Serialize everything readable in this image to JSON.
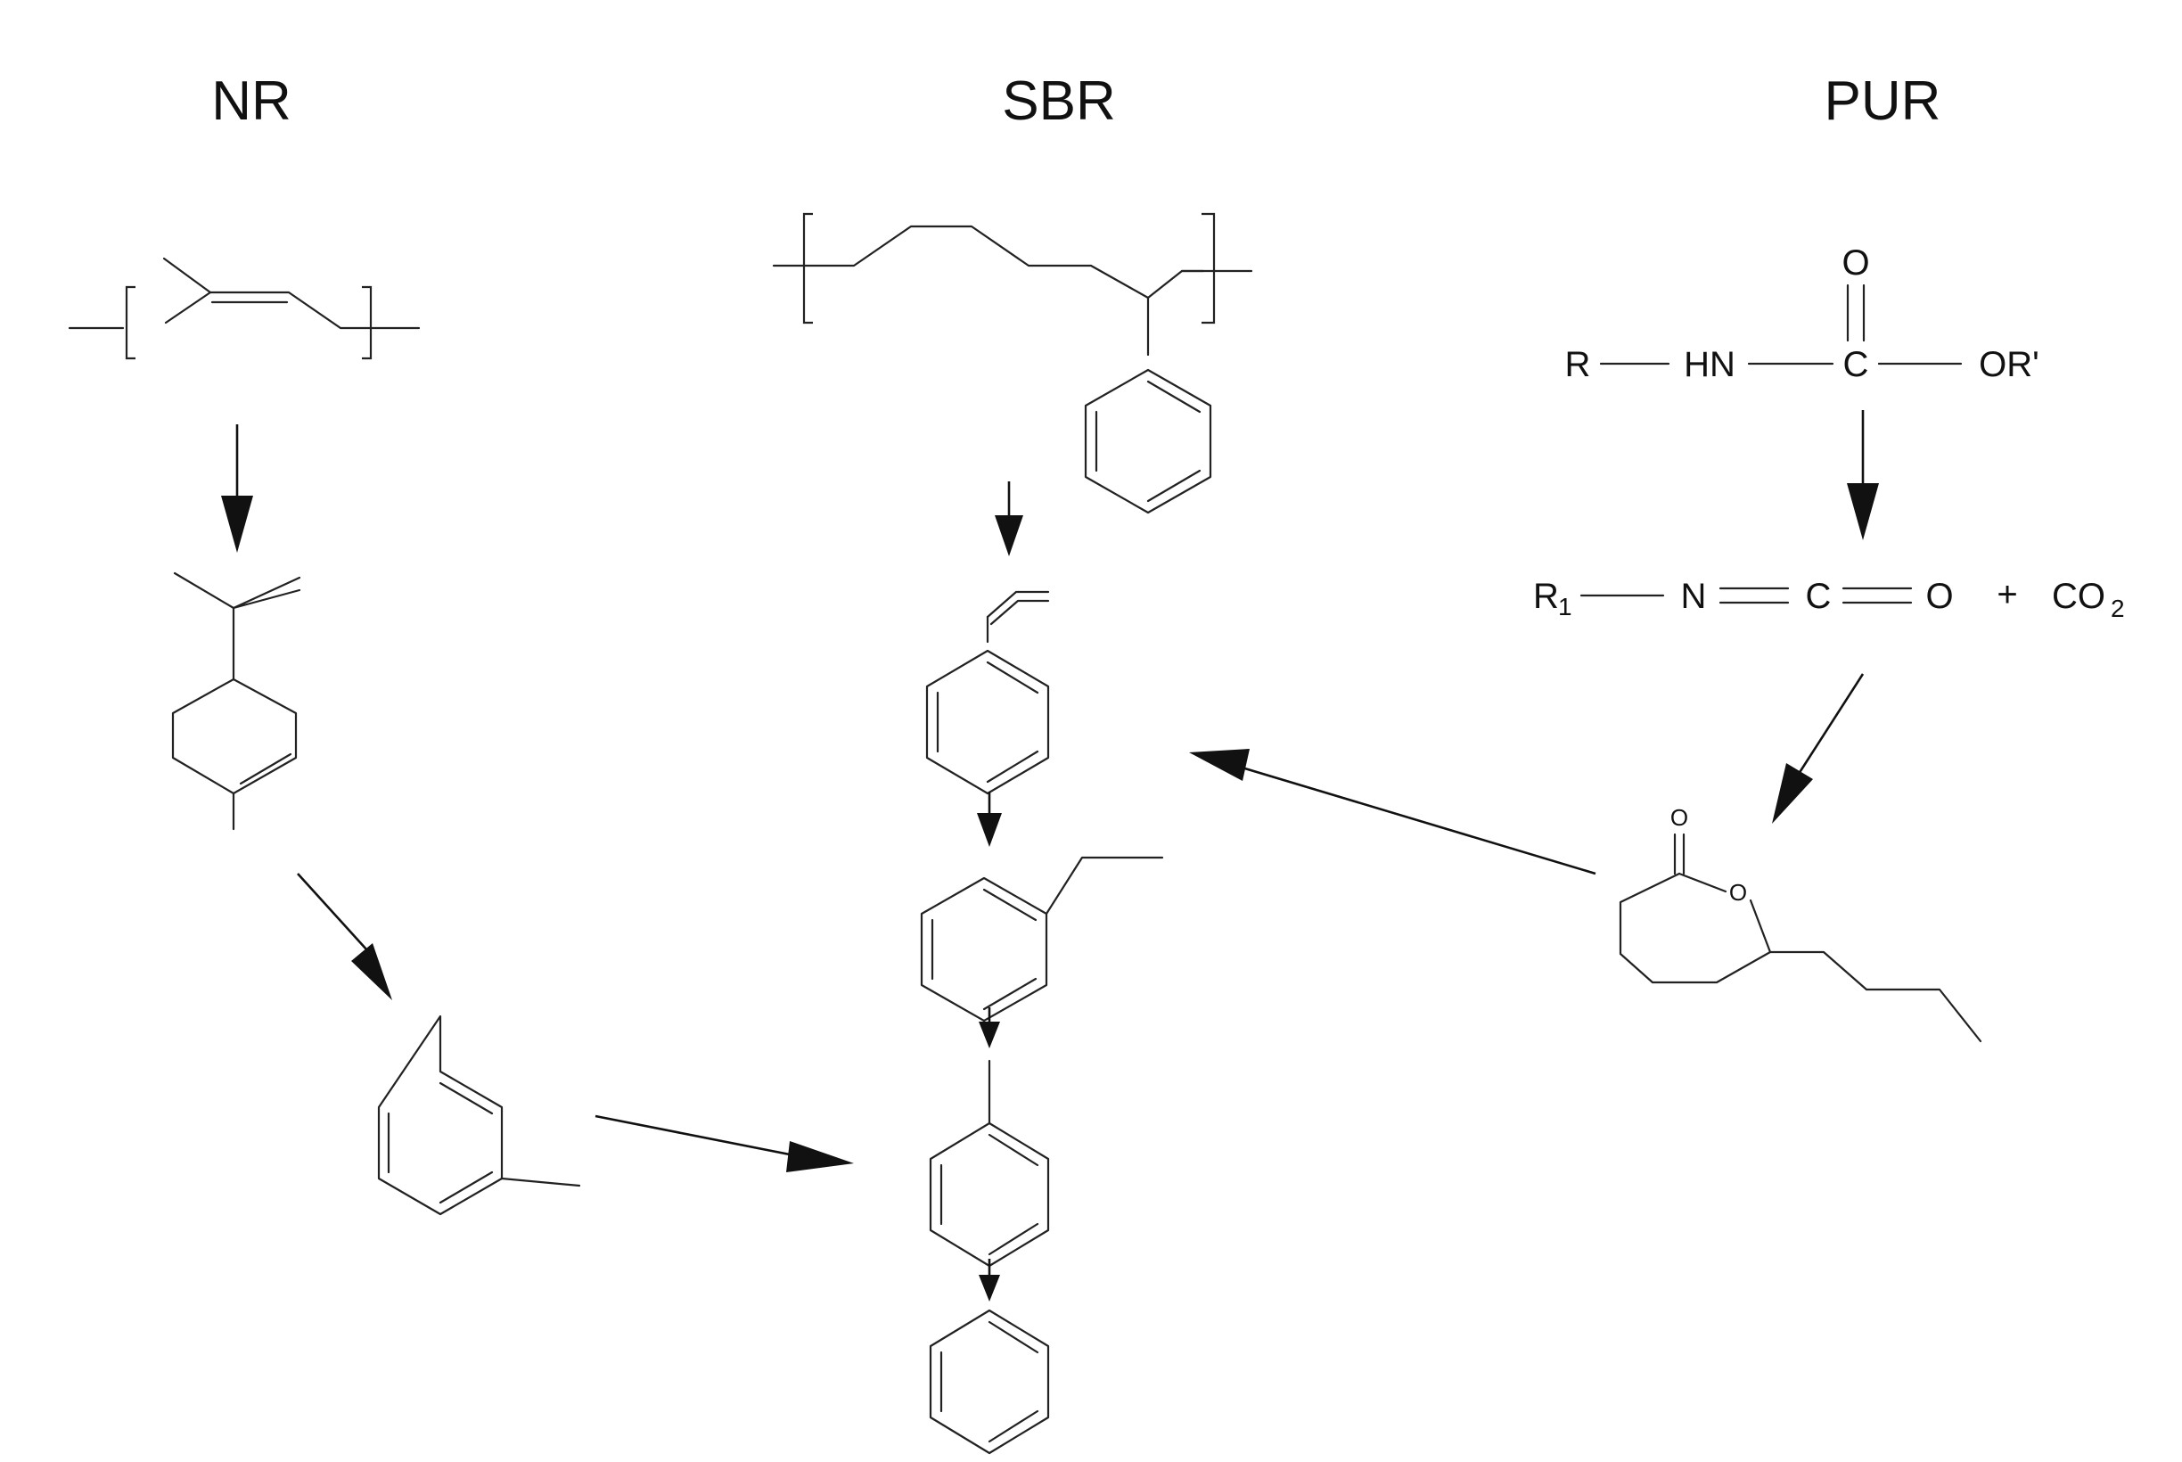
{
  "headings": {
    "nr": "NR",
    "sbr": "SBR",
    "pur": "PUR"
  },
  "urethane": {
    "r": "R",
    "hn": "HN",
    "c": "C",
    "o_top": "O",
    "or_prime": "OR'"
  },
  "isocyanate": {
    "r": "R",
    "r_sub": "1",
    "n": "N",
    "c": "C",
    "o": "O",
    "plus": "+",
    "co": "CO",
    "co_sub": "2"
  },
  "lactone": {
    "carbonyl_o": "O",
    "ring_o": "O"
  },
  "colors": {
    "ink": "#111111",
    "background": "#ffffff"
  }
}
